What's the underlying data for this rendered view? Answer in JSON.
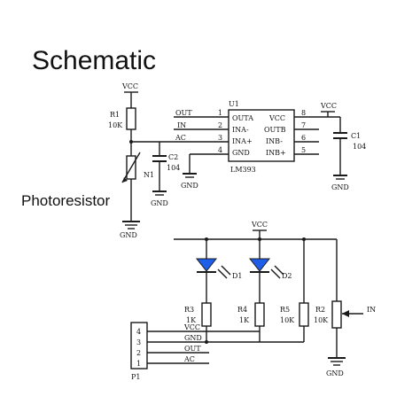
{
  "title": "Schematic",
  "photoresistor_caption": "Photoresistor",
  "top_circuit": {
    "vcc_label": "VCC",
    "r1_ref": "R1",
    "r1_value": "10K",
    "n1_ref": "N1",
    "gnd_label": "GND",
    "c2_ref": "C2",
    "c2_value": "104",
    "u1_ref": "U1",
    "u1_part": "LM393",
    "u1_pins_left": [
      "OUTA",
      "INA-",
      "INA+",
      "GND"
    ],
    "u1_pins_right": [
      "VCC",
      "OUTB",
      "INB-",
      "INB+"
    ],
    "u1_pin_numbers_left": [
      "1",
      "2",
      "3",
      "4"
    ],
    "u1_pin_numbers_right": [
      "8",
      "7",
      "6",
      "5"
    ],
    "net_labels": [
      "OUT",
      "IN",
      "AC"
    ],
    "c1_ref": "C1",
    "c1_value": "104"
  },
  "bottom_circuit": {
    "vcc_label": "VCC",
    "d1_ref": "D1",
    "d2_ref": "D2",
    "r3_ref": "R3",
    "r3_value": "1K",
    "r4_ref": "R4",
    "r4_value": "1K",
    "r5_ref": "R5",
    "r5_value": "10K",
    "r2_ref": "R2",
    "r2_value": "10K",
    "in_label": "IN",
    "gnd_label": "GND",
    "p1_ref": "P1",
    "p1_pin_numbers": [
      "4",
      "3",
      "2",
      "1"
    ],
    "p1_nets": [
      "VCC",
      "GND",
      "OUT",
      "AC"
    ]
  }
}
